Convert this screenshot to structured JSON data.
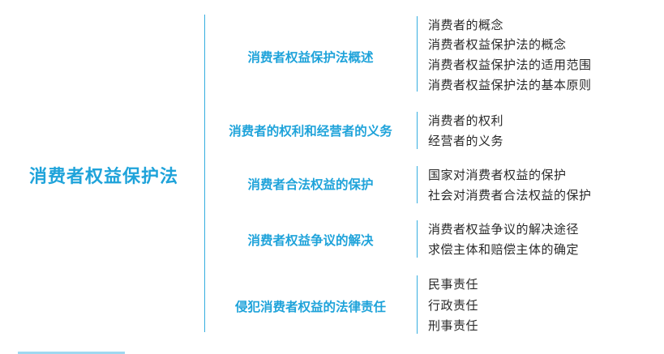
{
  "root": {
    "title": "消费者权益保护法"
  },
  "branches": [
    {
      "title": "消费者权益保护法概述",
      "items": [
        "消费者的概念",
        "消费者权益保护法的概念",
        "消费者权益保护法的适用范围",
        "消费者权益保护法的基本原则"
      ]
    },
    {
      "title": "消费者的权利和经营者的义务",
      "items": [
        "消费者的权利",
        "经营者的义务"
      ]
    },
    {
      "title": "消费者合法权益的保护",
      "items": [
        "国家对消费者权益的保护",
        "社会对消费者合法权益的保护"
      ]
    },
    {
      "title": "消费者权益争议的解决",
      "items": [
        "消费者权益争议的解决途径",
        "求偿主体和赔偿主体的确定"
      ]
    },
    {
      "title": "侵犯消费者权益的法律责任",
      "items": [
        "民事责任",
        "行政责任",
        "刑事责任"
      ]
    }
  ],
  "colors": {
    "accent": "#1fa3da",
    "line": "#36aee0",
    "text": "#2a2a2a"
  }
}
